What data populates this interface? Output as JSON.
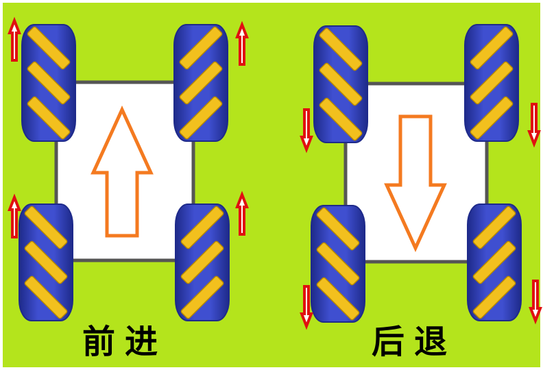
{
  "colors": {
    "background": "#b4e41c",
    "border": "#ffffff",
    "chassis_fill": "#ffffff",
    "chassis_stroke": "#555555",
    "wheel_body": "#3f4fd0",
    "wheel_edge": "#1e2a8a",
    "roller": "#f2c01e",
    "roller_edge": "#b88a00",
    "wheel_arrow": "#e01010",
    "direction_arrow": "#f47a20"
  },
  "panels": [
    {
      "id": "forward",
      "caption": "前进",
      "direction": "up",
      "wheel_arrow_direction": "up"
    },
    {
      "id": "backward",
      "caption": "后退",
      "direction": "down",
      "wheel_arrow_direction": "down"
    }
  ],
  "icons": {
    "wheel": "mecanum-wheel-icon",
    "wheel_arrow": "red-arrow-icon",
    "direction_arrow": "orange-arrow-icon"
  }
}
